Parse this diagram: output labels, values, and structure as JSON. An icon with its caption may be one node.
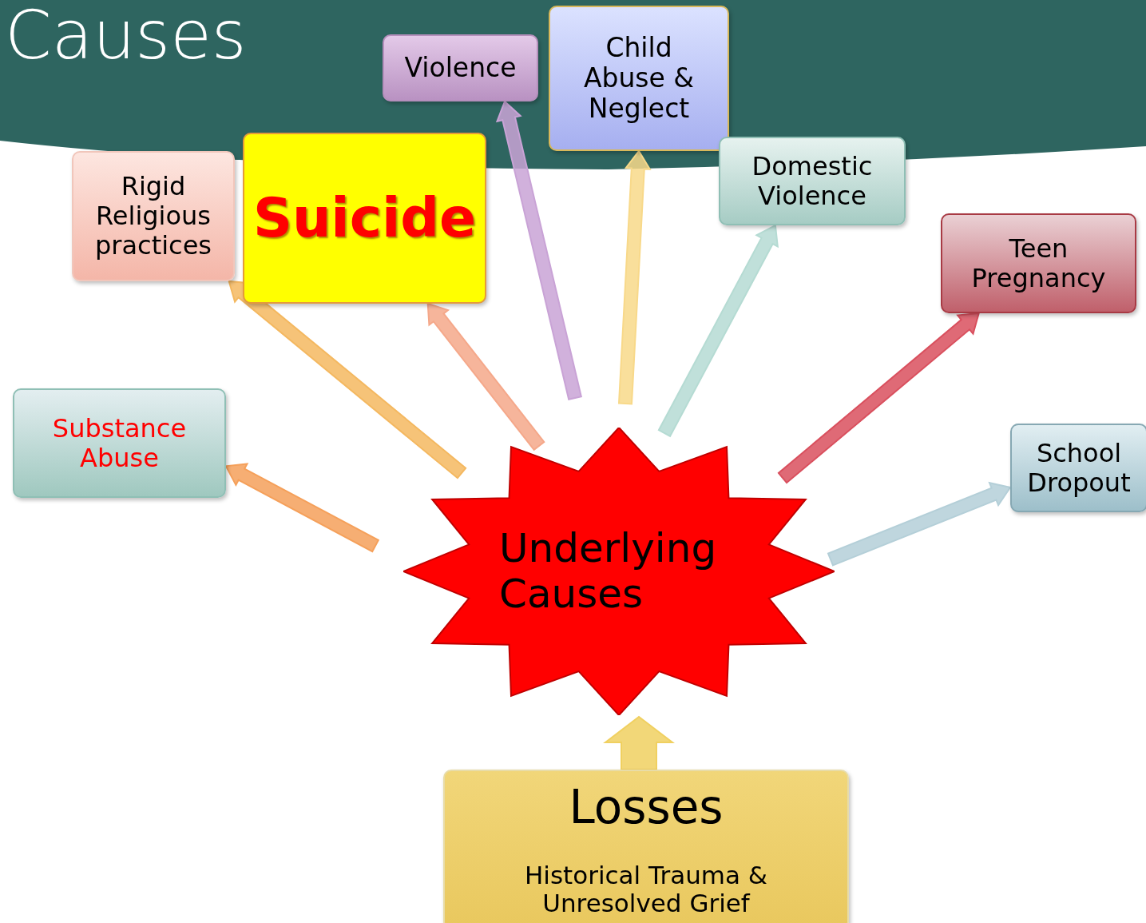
{
  "diagram": {
    "title": "Causes",
    "nodes": [
      {
        "text": [
          "Violence"
        ]
      },
      {
        "text": [
          "Child Abuse & Neglect"
        ]
      },
      {
        "text": [
          "Rigid Religious practices"
        ]
      },
      {
        "text": [
          "Suicide"
        ]
      },
      {
        "text": [
          "Domestic Violence"
        ]
      },
      {
        "text": [
          "Teen Pregnancy"
        ]
      },
      {
        "text": [
          "Substance Abuse"
        ]
      },
      {
        "text": [
          "Underlying Causes"
        ]
      },
      {
        "text": [
          "School Dropout"
        ]
      },
      {
        "text": [
          "Losses",
          "Historical Trauma & Unresolved Grief"
        ]
      }
    ],
    "edges": [
      {
        "from": 7,
        "to": 6,
        "arrow": "to",
        "color": "#f5a05a"
      },
      {
        "from": 7,
        "to": 2,
        "arrow": "to",
        "color": "#f4b860"
      },
      {
        "from": 7,
        "to": 3,
        "arrow": "to",
        "color": "#f5a88a"
      },
      {
        "from": 7,
        "to": 0,
        "arrow": "to",
        "color": "#c9a3d6"
      },
      {
        "from": 7,
        "to": 1,
        "arrow": "to",
        "color": "#f8d98a"
      },
      {
        "from": 7,
        "to": 4,
        "arrow": "to",
        "color": "#b5dbd3"
      },
      {
        "from": 7,
        "to": 5,
        "arrow": "to",
        "color": "#d9505e"
      },
      {
        "from": 7,
        "to": 8,
        "arrow": "to",
        "color": "#b4cfd8"
      },
      {
        "from": 9,
        "to": 7,
        "arrow": "to",
        "style": "thick",
        "color": "#f0d060"
      }
    ]
  }
}
